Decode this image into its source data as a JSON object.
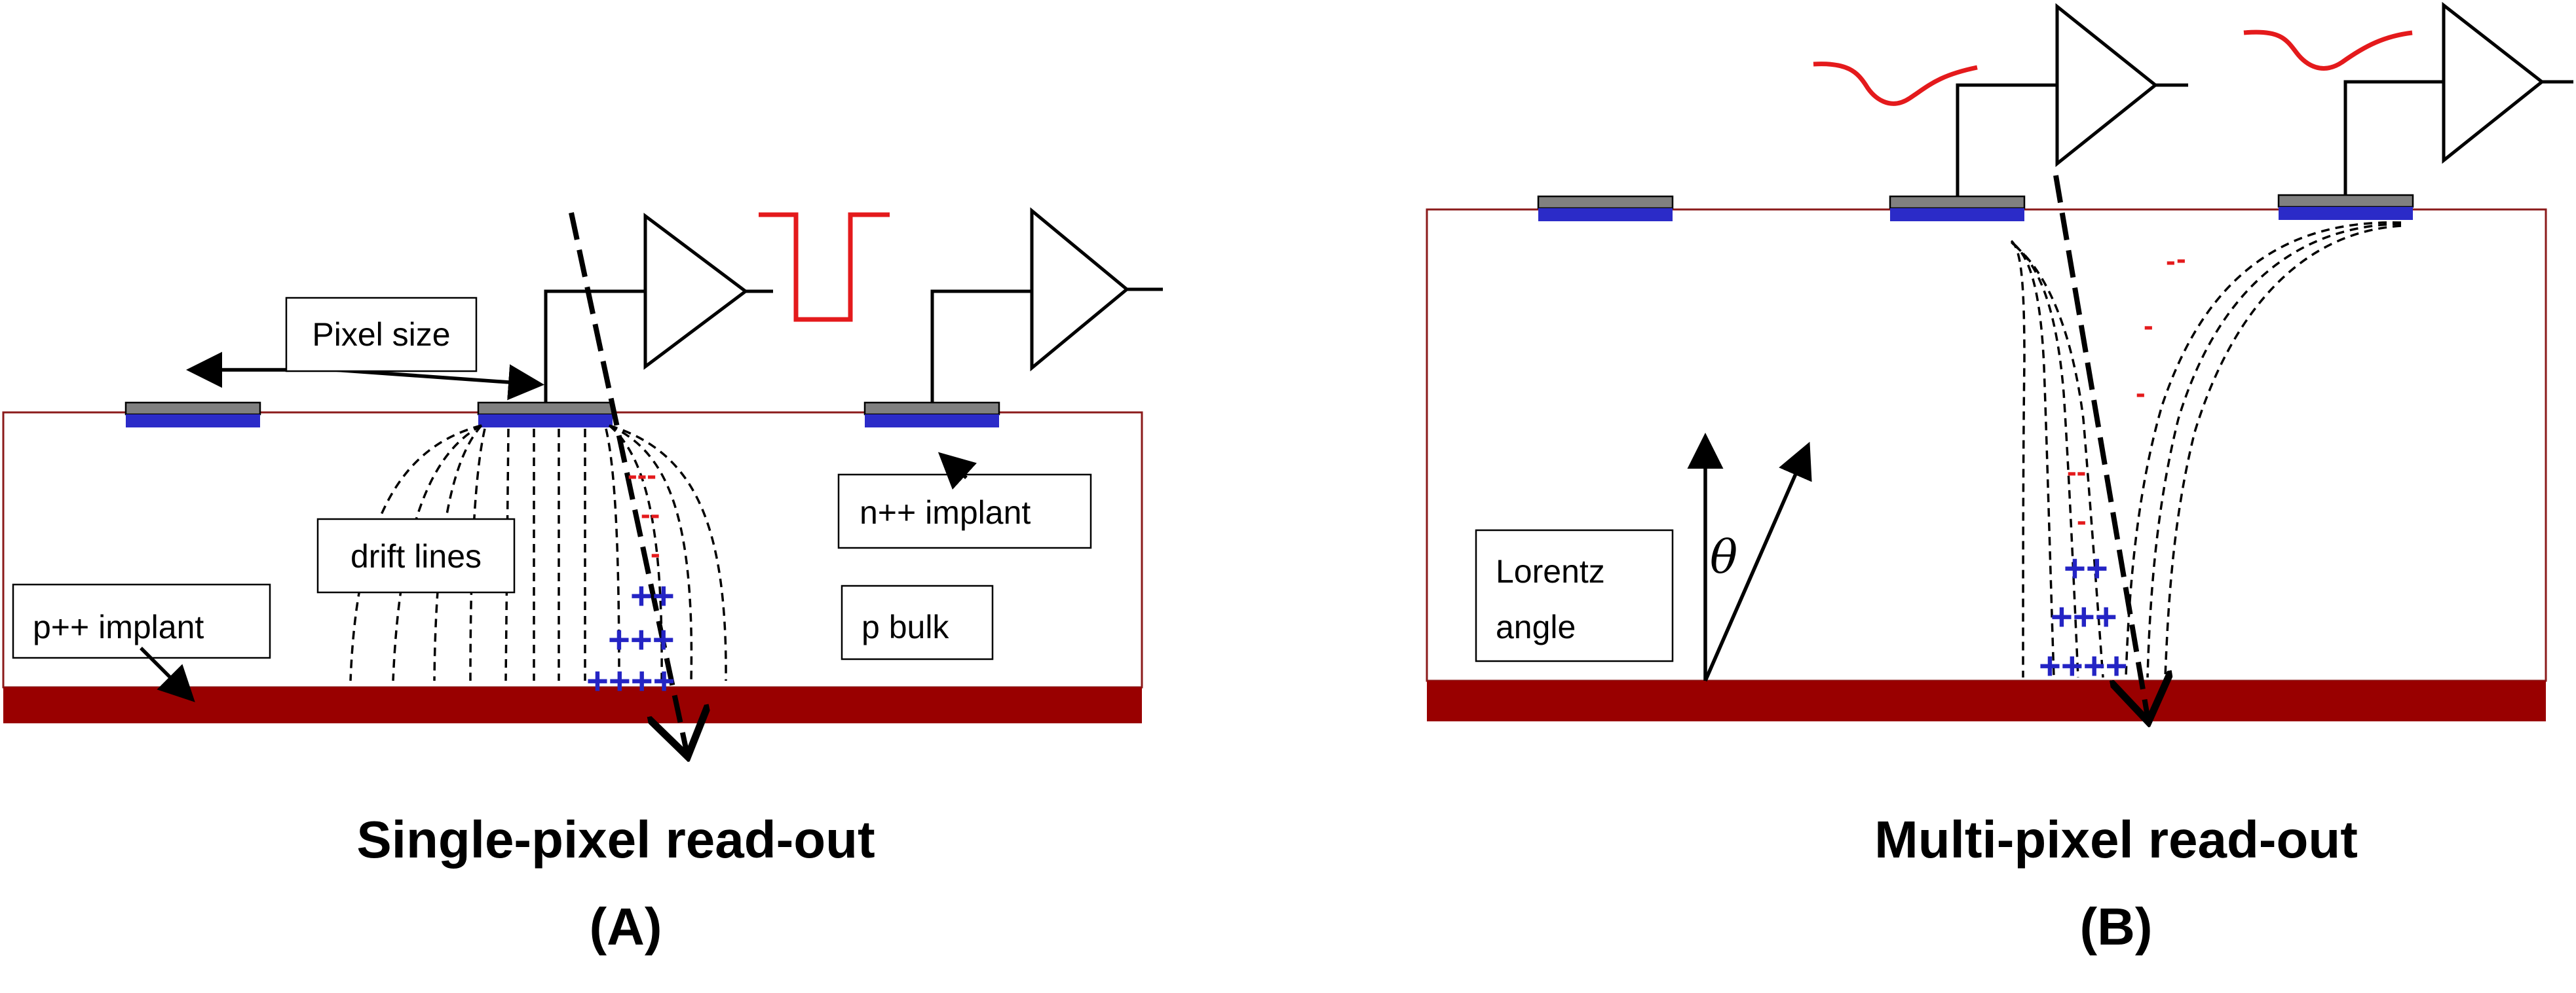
{
  "panel_a": {
    "caption": "Single-pixel read-out",
    "letter": "(A)",
    "labels": {
      "pixel_size": "Pixel size",
      "drift_lines": "drift lines",
      "p_implant": "p++ implant",
      "n_implant": "n++ implant",
      "p_bulk": "p bulk"
    },
    "charges": {
      "neg_rows": [
        "---",
        "--",
        "-"
      ],
      "pos_rows": [
        "++",
        "+++",
        "++++"
      ]
    }
  },
  "panel_b": {
    "caption": "Multi-pixel read-out",
    "letter": "(B)",
    "labels": {
      "lorentz_line1": "Lorentz",
      "lorentz_line2": "angle",
      "theta": "θ"
    },
    "charges": {
      "neg_rows": [
        "--",
        "-",
        "-",
        "-",
        "-",
        "-"
      ],
      "pos_rows": [
        "++",
        "+++",
        "++++"
      ]
    }
  },
  "colors": {
    "bulk_outline": "#8b1a1a",
    "backplane": "#990000",
    "pixel_implant": "#2b2bc8",
    "pixel_metal": "#808080",
    "signal_pulse": "#e41a1c",
    "negative_charge": "#e41a1c",
    "positive_charge": "#2424c4"
  }
}
